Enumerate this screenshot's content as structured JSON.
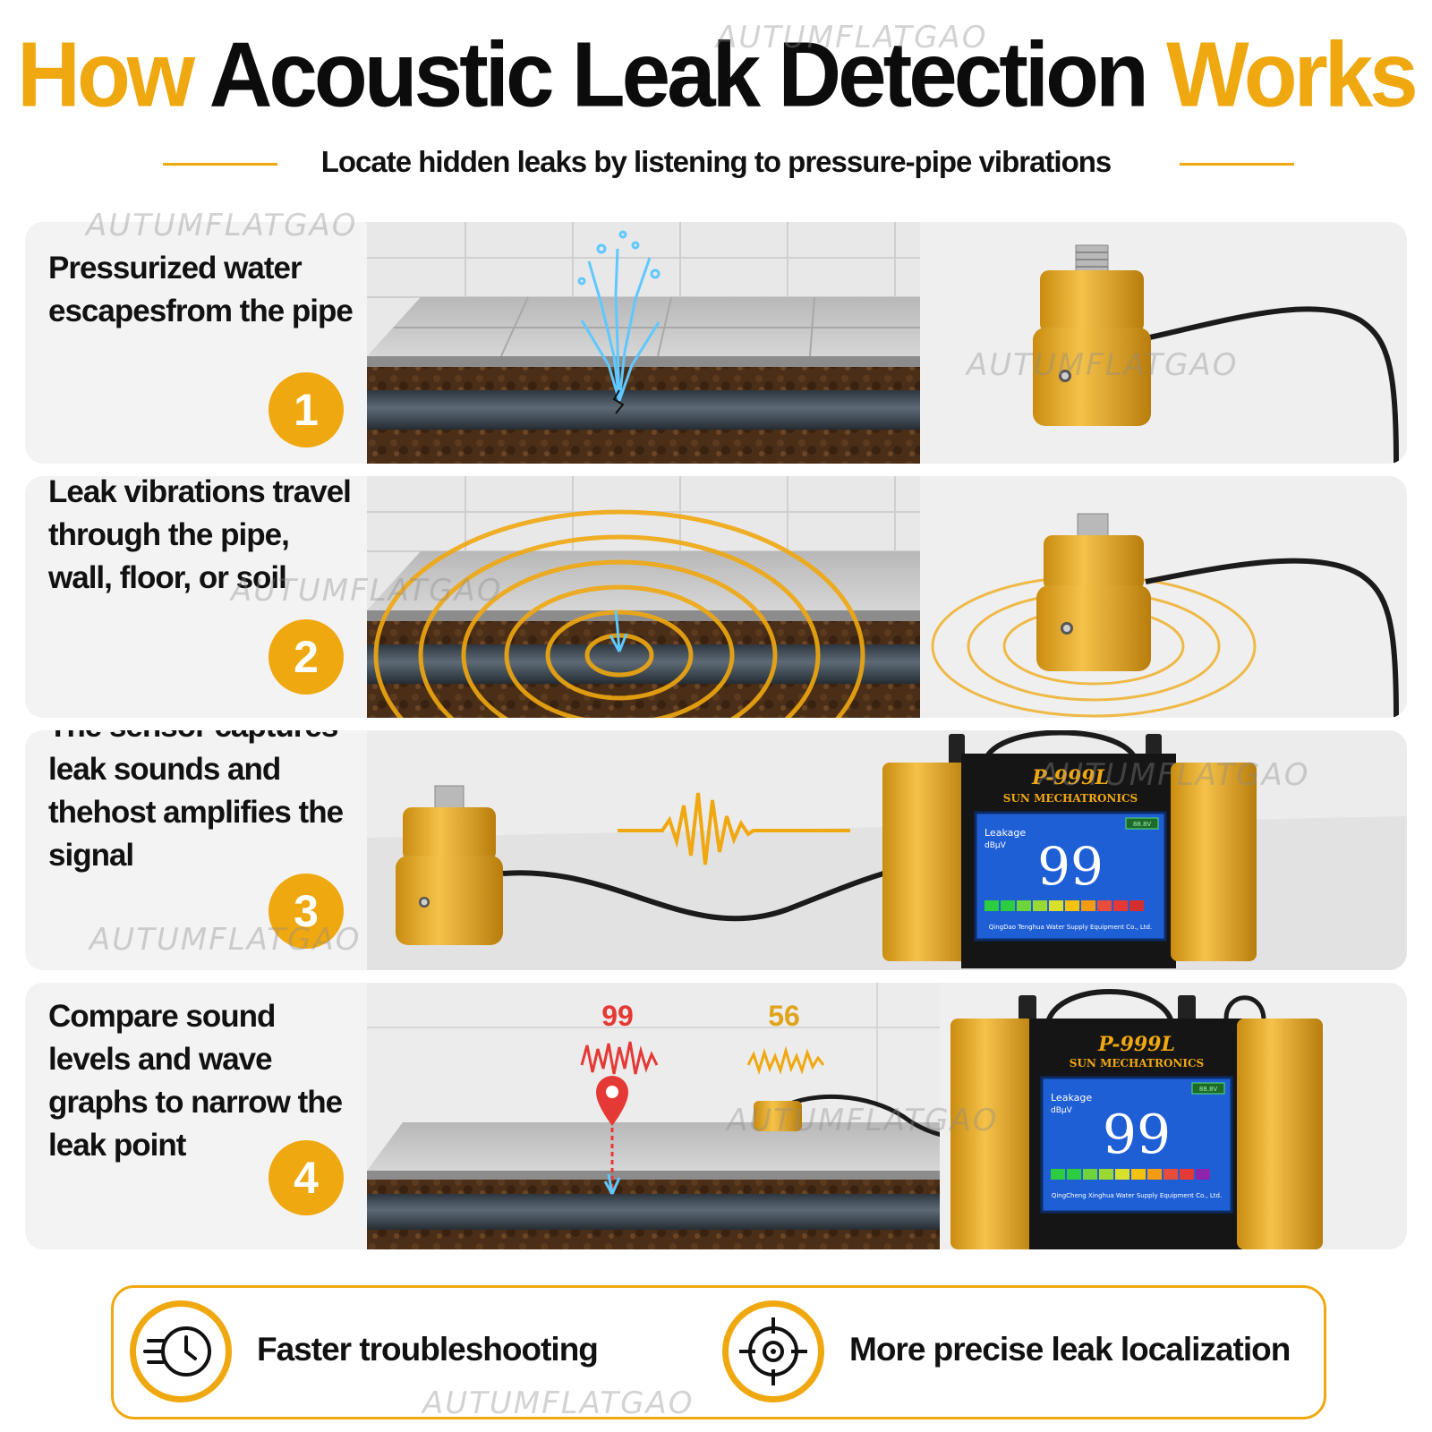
{
  "header": {
    "title_part1": "How",
    "title_part2": "Acoustic Leak Detection",
    "title_part3": "Works",
    "subtitle": "Locate hidden leaks by listening to pressure-pipe vibrations"
  },
  "steps": [
    {
      "number": "1",
      "text": "Pressurized water escapesfrom the pipe"
    },
    {
      "number": "2",
      "text": "Leak vibrations travel through the pipe, wall, floor, or soil"
    },
    {
      "number": "3",
      "text": "The sensor captures leak sounds and thehost amplifies the signal"
    },
    {
      "number": "4",
      "text": "Compare sound levels and wave graphs to narrow the leak point"
    }
  ],
  "device": {
    "model": "P-999L",
    "brand": "SUN MECHATRONICS",
    "screen_label_line1": "Leakage",
    "screen_label_line2": "dBμV",
    "screen_value": "99",
    "battery": "88.8V",
    "footer_step3": "QingDao Tenghua Water Supply Equipment Co., Ltd.",
    "footer_step4": "QingCheng Xinghua Water Supply Equipment Co., Ltd."
  },
  "comparison": {
    "reading_near": "99",
    "reading_far": "56",
    "color_near": "#e53935",
    "color_far": "#F0A810"
  },
  "benefits": [
    {
      "icon": "clock-speed-icon",
      "text": "Faster troubleshooting"
    },
    {
      "icon": "crosshair-target-icon",
      "text": "More precise leak localization"
    }
  ],
  "watermark": "AUTUMFLATGAO",
  "colors": {
    "accent": "#F0A810",
    "text": "#111111",
    "panel": "#f3f3f3",
    "pipe": "#3f4a54"
  }
}
